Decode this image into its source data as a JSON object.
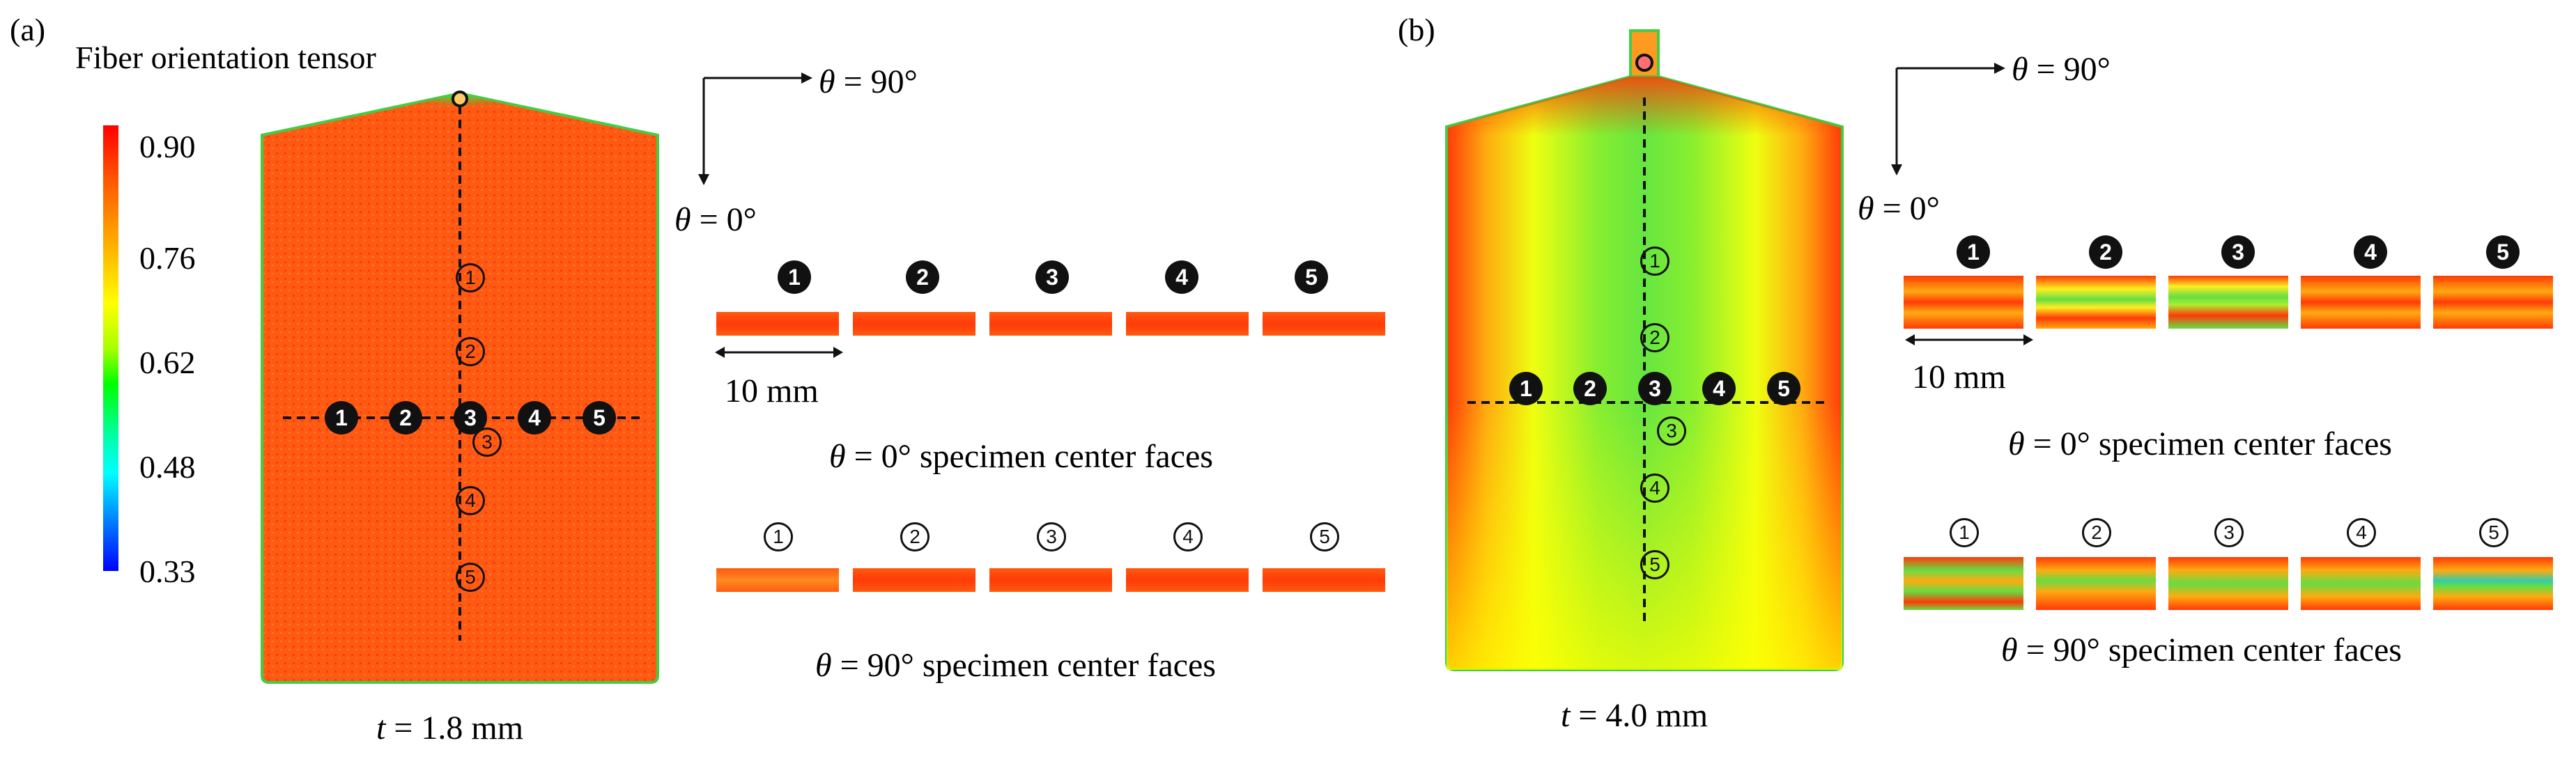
{
  "panel_a": {
    "label": "(a)",
    "colorbar_title": "Fiber orientation tensor",
    "colorbar_ticks": [
      "0.90",
      "0.76",
      "0.62",
      "0.48",
      "0.33"
    ],
    "thickness_caption_var": "t",
    "thickness_caption_value": " = 1.8 mm",
    "theta_90": " = 90°",
    "theta_0": " = 0°",
    "scale_label": "10 mm",
    "row0_caption": " = 0° specimen center faces",
    "row90_caption": " = 90° specimen center faces",
    "markers_filled": [
      "1",
      "2",
      "3",
      "4",
      "5"
    ],
    "markers_open": [
      "1",
      "2",
      "3",
      "4",
      "5"
    ]
  },
  "panel_b": {
    "label": "(b)",
    "thickness_caption_var": "t",
    "thickness_caption_value": " = 4.0 mm",
    "theta_90": " = 90°",
    "theta_0": " = 0°",
    "scale_label": "10 mm",
    "row0_caption": " = 0° specimen center faces",
    "row90_caption": " = 90° specimen center faces",
    "markers_filled": [
      "1",
      "2",
      "3",
      "4",
      "5"
    ],
    "markers_open": [
      "1",
      "2",
      "3",
      "4",
      "5"
    ]
  },
  "theta_symbol": "θ",
  "colors": {
    "high": "#ff2a00",
    "mid": "#ffff00",
    "low": "#00ee44"
  }
}
